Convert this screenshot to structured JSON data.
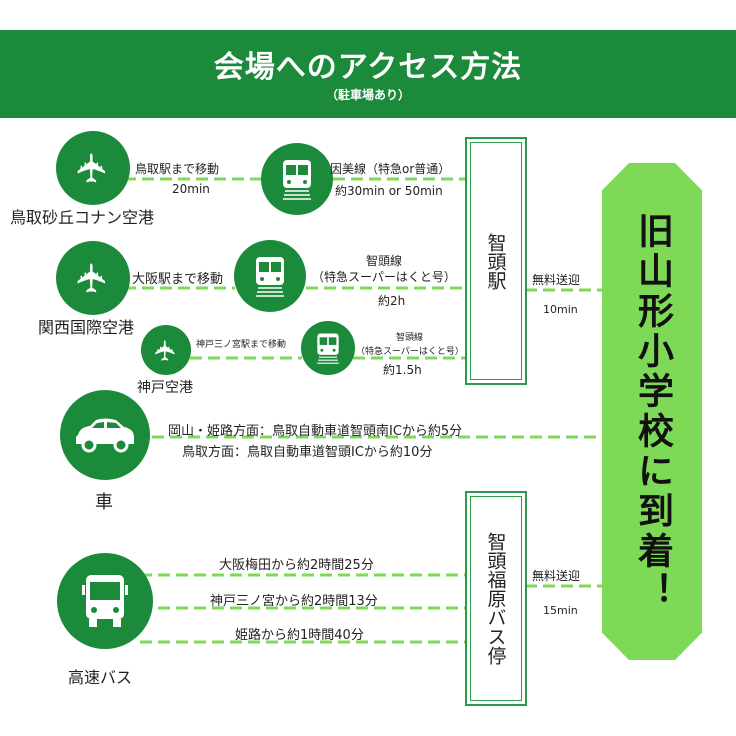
{
  "header": {
    "title": "会場へのアクセス方法",
    "subtitle": "（駐車場あり）"
  },
  "colors": {
    "dark_green": "#1b8a3a",
    "light_green": "#7ed957"
  },
  "routes": {
    "tottori_airport": {
      "name": "鳥取砂丘コナン空港",
      "leg1_label": "鳥取駅まで移動",
      "leg1_time": "20min",
      "leg2_label": "因美線（特急or普通）",
      "leg2_time": "約30min or 50min"
    },
    "kansai_airport": {
      "name": "関西国際空港",
      "leg1_label": "大阪駅まで移動",
      "leg2_label1": "智頭線",
      "leg2_label2": "（特急スーパーはくと号）",
      "leg2_time": "約2h"
    },
    "kobe_airport": {
      "name": "神戸空港",
      "leg1_label": "神戸三ノ宮駅まで移動",
      "leg2_label1": "智頭線",
      "leg2_label2": "（特急スーパーはくと号）",
      "leg2_time": "約1.5h"
    },
    "car": {
      "name": "車",
      "line1": "岡山・姫路方面：鳥取自動車道智頭南ICから約5分",
      "line2": "鳥取方面：鳥取自動車道智頭ICから約10分"
    },
    "bus": {
      "name": "高速バス",
      "line1": "大阪梅田から約2時間25分",
      "line2": "神戸三ノ宮から約2時間13分",
      "line3": "姫路から約1時間40分"
    }
  },
  "stations": {
    "chizu_station": {
      "name": "智頭駅",
      "shuttle": "無料送迎",
      "time": "10min"
    },
    "bus_stop": {
      "name": "智頭福原バス停",
      "shuttle": "無料送迎",
      "time": "15min"
    }
  },
  "destination": "旧山形小学校に到着！",
  "icons": [
    "airplane-icon",
    "train-icon",
    "car-icon",
    "bus-icon"
  ]
}
